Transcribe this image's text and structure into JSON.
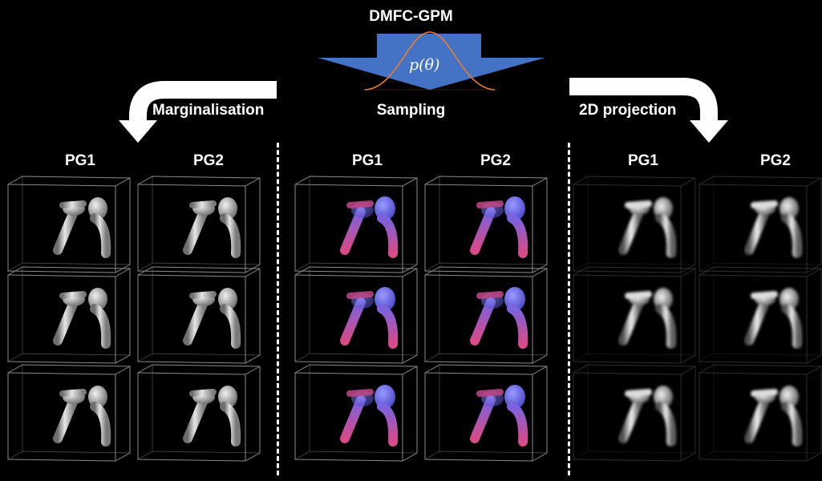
{
  "header": {
    "title": "DMFC-GPM",
    "prior_label": "p(θ)",
    "sampling_label": "Sampling",
    "marginalisation_label": "Marginalisation",
    "projection_label": "2D projection"
  },
  "panels": [
    {
      "name": "marginalisation",
      "columns": [
        "PG1",
        "PG2"
      ],
      "style": "mesh-grey"
    },
    {
      "name": "sampling",
      "columns": [
        "PG1",
        "PG2"
      ],
      "style": "uncertainty-color"
    },
    {
      "name": "projection",
      "columns": [
        "PG1",
        "PG2"
      ],
      "style": "projection-grey"
    }
  ],
  "colors": {
    "arrow_blue": "#4472c4",
    "gaussian_curve": "#ed7d31",
    "arrow_white": "#ffffff",
    "mesh_grey": "#b8b8b8",
    "sample_blue": "#6a6cf0",
    "sample_pink": "#d04a86"
  }
}
